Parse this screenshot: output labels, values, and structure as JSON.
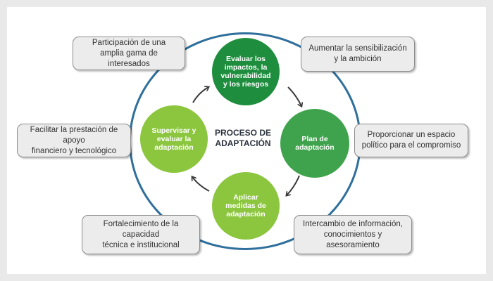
{
  "diagram": {
    "center_title": "PROCESO DE\nADAPTACIÓN",
    "steps": [
      {
        "label": "Evaluar los\nimpactos, la\nvulnerabilidad\ny los riesgos",
        "color": "#1e8e3e"
      },
      {
        "label": "Plan de\nadaptación",
        "color": "#3fa34d"
      },
      {
        "label": "Aplicar\nmedidas de\nadaptación",
        "color": "#8cc63f"
      },
      {
        "label": "Supervisar y\nevaluar la\nadaptación",
        "color": "#8cc63f"
      }
    ],
    "outer_items": [
      "Participación de una\namplia gama de interesados",
      "Aumentar la sensibilización\ny la ambición",
      "Facilitar la prestación de apoyo\nfinanciero y tecnológico",
      "Proporcionar un espacio\npolítico para el compromiso",
      "Fortalecimiento de la capacidad\ntécnica e institucional",
      "Intercambio de información,\nconocimientos y asesoramiento"
    ],
    "ring_color": "#2f6f9c",
    "arrow_color": "#3a3a3a"
  }
}
